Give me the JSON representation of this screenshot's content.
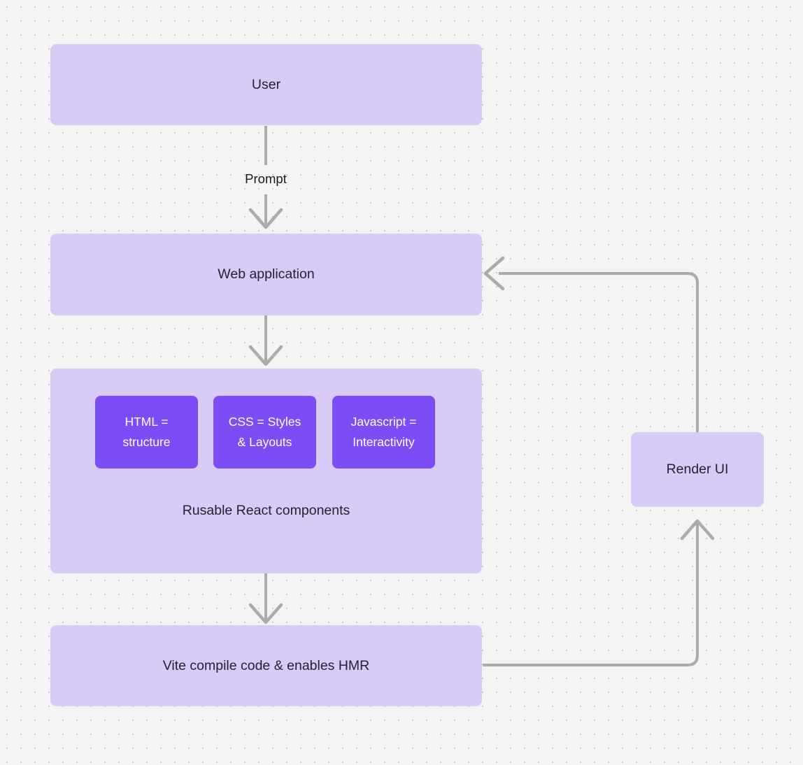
{
  "diagram": {
    "type": "flowchart",
    "background": "#F4F4F4",
    "dot_grid": true,
    "node_fill": "#D8CBF8",
    "accent_fill": "#7C4DF4",
    "connector_color": "#ABABAB",
    "text_color": "#232232",
    "nodes": [
      {
        "id": "user",
        "label": "User"
      },
      {
        "id": "web_application",
        "label": "Web application"
      },
      {
        "id": "components_group",
        "label": "Rusable React components"
      },
      {
        "id": "html",
        "label": "HTML =\nstructure",
        "line1": "HTML =",
        "line2": "structure"
      },
      {
        "id": "css",
        "label": "CSS = Styles\n& Layouts",
        "line1": "CSS = Styles",
        "line2": "& Layouts"
      },
      {
        "id": "javascript",
        "label": "Javascript =\nInteractivity",
        "line1": "Javascript =",
        "line2": "Interactivity"
      },
      {
        "id": "vite",
        "label": "Vite compile code & enables HMR"
      },
      {
        "id": "render_ui",
        "label": "Render UI"
      }
    ],
    "edges": [
      {
        "from": "user",
        "to": "web_application",
        "label": "Prompt"
      },
      {
        "from": "web_application",
        "to": "components_group",
        "label": ""
      },
      {
        "from": "components_group",
        "to": "vite",
        "label": ""
      },
      {
        "from": "vite",
        "to": "render_ui",
        "label": ""
      },
      {
        "from": "render_ui",
        "to": "web_application",
        "label": ""
      }
    ]
  }
}
